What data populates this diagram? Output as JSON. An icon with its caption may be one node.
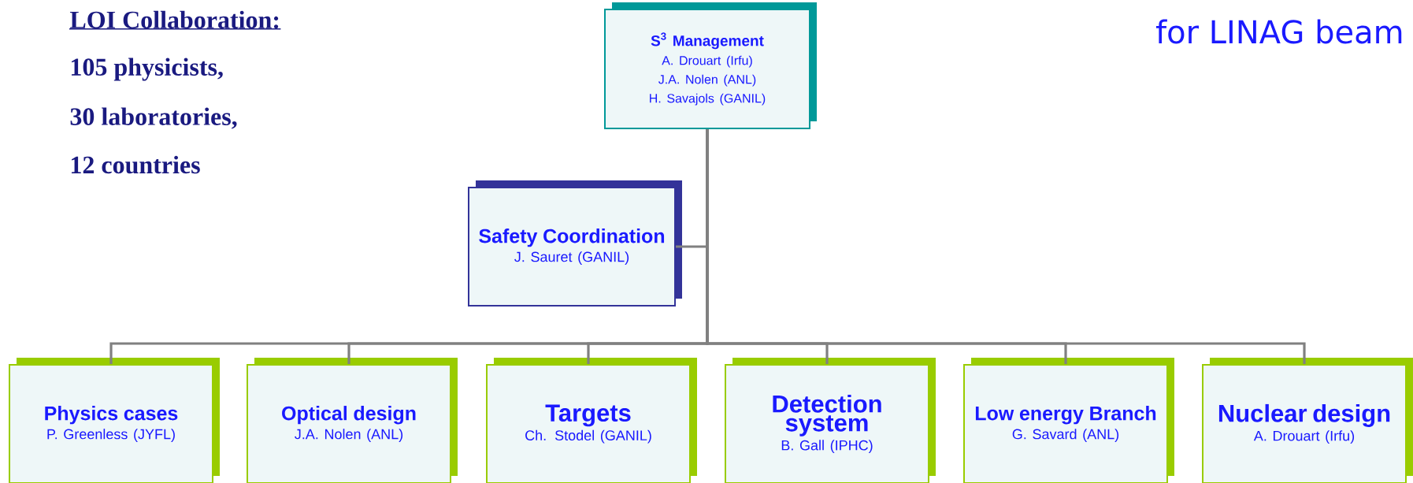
{
  "diagram": {
    "nodes": [
      {
        "text": [
          "S$^{3}$ Management",
          "A. Drouart (Irfu)",
          "J.A. Nolen (ANL)",
          "H. Savajols (GANIL)"
        ]
      },
      {
        "text": [
          "Safety Coordination",
          "J. Sauret (GANIL)"
        ]
      },
      {
        "text": [
          "Physics cases",
          "P. Greenless (JYFL)"
        ]
      },
      {
        "text": [
          "Optical design",
          "J.A. Nolen (ANL)"
        ]
      },
      {
        "text": [
          "Targets",
          "Ch. Stodel (GANIL)"
        ]
      },
      {
        "text": [
          "Detection system",
          "B. Gall (IPHC)"
        ]
      },
      {
        "text": [
          "Low energy Branch",
          "G. Savard (ANL)"
        ]
      },
      {
        "text": [
          "Nuclear design",
          "A. Drouart (Irfu)"
        ]
      }
    ],
    "edges": [
      {
        "from": 0,
        "to": 1,
        "arrow": "none"
      },
      {
        "from": 0,
        "to": 2,
        "arrow": "none"
      },
      {
        "from": 0,
        "to": 3,
        "arrow": "none"
      },
      {
        "from": 0,
        "to": 4,
        "arrow": "none"
      },
      {
        "from": 0,
        "to": 5,
        "arrow": "none"
      },
      {
        "from": 0,
        "to": 6,
        "arrow": "none"
      },
      {
        "from": 0,
        "to": 7,
        "arrow": "none"
      }
    ],
    "labels": [
      "LOI Collaboration:",
      "105 physicists,",
      "30 laboratories,",
      "12 countries",
      "for LINAG beam"
    ]
  }
}
